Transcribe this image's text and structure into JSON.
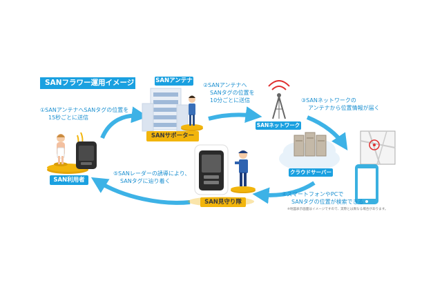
{
  "title": "SANフラワー運用イメージ",
  "labels": {
    "antenna_building": "SANアンテナ",
    "supporter": "SANサポーター",
    "network": "SANネットワーク",
    "cloud_server": "クラウドサーバー",
    "user": "SAN利用者",
    "guardian": "SAN見守り隊"
  },
  "steps": {
    "step1": [
      "①SANアンテナへSANタグの位置を",
      "15秒ごとに送信"
    ],
    "step2": [
      "②SANアンテナへ",
      "SANタグの位置を",
      "10分ごとに送信"
    ],
    "step3": [
      "③SANネットワークの",
      "アンテナから位置情報が届く"
    ],
    "step4": [
      "④スマートフォンやPCで",
      "SANタグの位置が検索できる"
    ],
    "step5": [
      "⑤SANレーダーの誘導により、",
      "SANタグに辿り着く"
    ]
  },
  "note": "※地図表示画面はイメージですので、実際とは異なる場合があります。",
  "colors": {
    "badge": "#1aa0e0",
    "text_blue": "#1a8fd0",
    "arrow": "#3db2e6",
    "pedestal": "#f2b50c",
    "device": "#333333"
  }
}
